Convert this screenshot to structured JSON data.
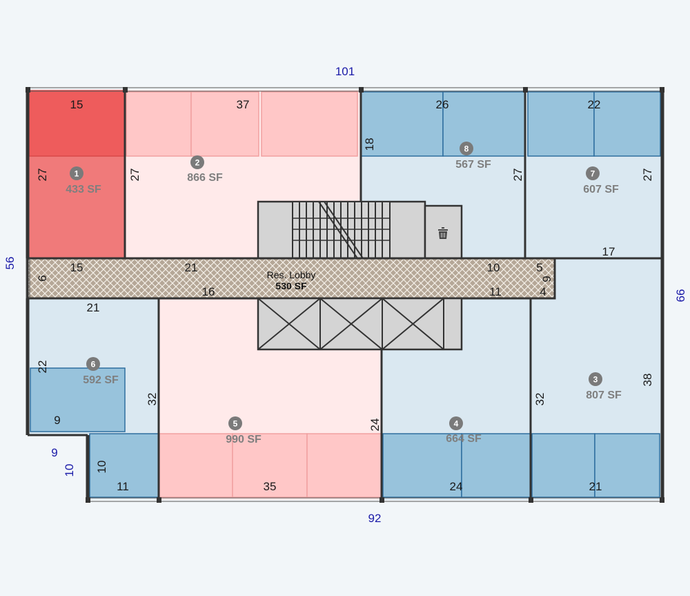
{
  "colors": {
    "background": "#f2f6f9",
    "unit_red": "#f07a7a",
    "unit_red_dark": "#ee5c5c",
    "unit_pink": "#ffeaea",
    "unit_pink_bay": "#ffc7c7",
    "unit_blue": "#dae8f1",
    "unit_blue_bay": "#98c3dc",
    "core": "#d4d4d4",
    "wall": "#333333",
    "outer_dimension": "#1a1aa8",
    "badge": "#7a7a7a"
  },
  "outer_dimensions": {
    "top": "101",
    "bottom": "92",
    "left": "56",
    "right": "66",
    "notch_width": "9",
    "notch_height": "10"
  },
  "units": [
    {
      "id": "1",
      "area": "433 SF",
      "dims": [
        "15",
        "27"
      ]
    },
    {
      "id": "2",
      "area": "866 SF",
      "dims": [
        "37",
        "27",
        "21",
        "15"
      ]
    },
    {
      "id": "3",
      "area": "807 SF",
      "dims": [
        "38",
        "32",
        "21"
      ]
    },
    {
      "id": "4",
      "area": "664 SF",
      "dims": [
        "24",
        "24"
      ]
    },
    {
      "id": "5",
      "area": "990 SF",
      "dims": [
        "35",
        "32",
        "16"
      ]
    },
    {
      "id": "6",
      "area": "592 SF",
      "dims": [
        "21",
        "22",
        "9",
        "11",
        "10"
      ]
    },
    {
      "id": "7",
      "area": "607 SF",
      "dims": [
        "22",
        "27",
        "17"
      ]
    },
    {
      "id": "8",
      "area": "567 SF",
      "dims": [
        "26",
        "18",
        "27",
        "10"
      ]
    }
  ],
  "lobby": {
    "name": "Res. Lobby",
    "area": "530 SF",
    "dims": [
      "6",
      "11",
      "5",
      "4",
      "9"
    ]
  },
  "core": {
    "trash_icon": "trash-icon",
    "stair_icon": "stair-icon",
    "elevator_icon": "elevator-icon"
  }
}
